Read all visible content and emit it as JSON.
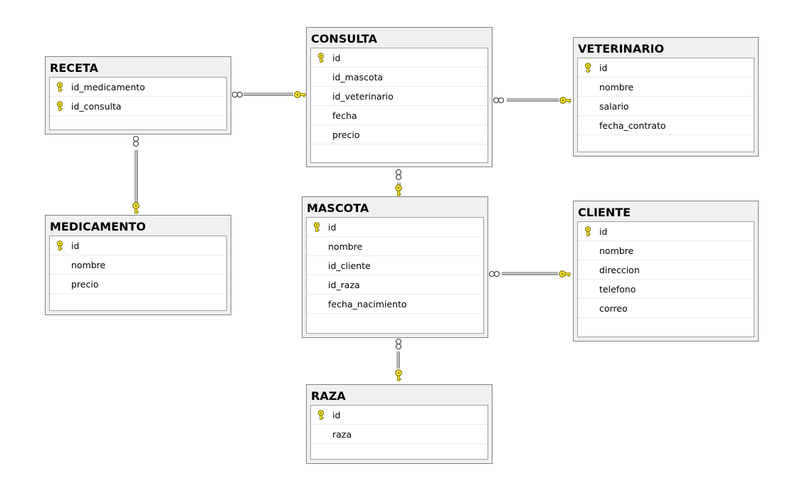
{
  "tables": {
    "receta": {
      "title": "RECETA",
      "columns": [
        {
          "name": "id_medicamento",
          "pk": true
        },
        {
          "name": "id_consulta",
          "pk": true
        }
      ]
    },
    "consulta": {
      "title": "CONSULTA",
      "columns": [
        {
          "name": "id",
          "pk": true
        },
        {
          "name": "id_mascota",
          "pk": false
        },
        {
          "name": "id_veterinario",
          "pk": false
        },
        {
          "name": "fecha",
          "pk": false
        },
        {
          "name": "precio",
          "pk": false
        }
      ]
    },
    "veterinario": {
      "title": "VETERINARIO",
      "columns": [
        {
          "name": "id",
          "pk": true
        },
        {
          "name": "nombre",
          "pk": false
        },
        {
          "name": "salario",
          "pk": false
        },
        {
          "name": "fecha_contrato",
          "pk": false
        }
      ]
    },
    "medicamento": {
      "title": "MEDICAMENTO",
      "columns": [
        {
          "name": "id",
          "pk": true
        },
        {
          "name": "nombre",
          "pk": false
        },
        {
          "name": "precio",
          "pk": false
        }
      ]
    },
    "mascota": {
      "title": "MASCOTA",
      "columns": [
        {
          "name": "id",
          "pk": true
        },
        {
          "name": "nombre",
          "pk": false
        },
        {
          "name": "id_cliente",
          "pk": false
        },
        {
          "name": "id_raza",
          "pk": false
        },
        {
          "name": "fecha_nacimiento",
          "pk": false
        }
      ]
    },
    "cliente": {
      "title": "CLIENTE",
      "columns": [
        {
          "name": "id",
          "pk": true
        },
        {
          "name": "nombre",
          "pk": false
        },
        {
          "name": "direccion",
          "pk": false
        },
        {
          "name": "telefono",
          "pk": false
        },
        {
          "name": "correo",
          "pk": false
        }
      ]
    },
    "raza": {
      "title": "RAZA",
      "columns": [
        {
          "name": "id",
          "pk": true
        },
        {
          "name": "raza",
          "pk": false
        }
      ]
    }
  },
  "relationships": [
    {
      "from": "receta",
      "to": "consulta",
      "many_end": "receta",
      "one_end": "consulta"
    },
    {
      "from": "receta",
      "to": "medicamento",
      "many_end": "receta",
      "one_end": "medicamento"
    },
    {
      "from": "consulta",
      "to": "veterinario",
      "many_end": "consulta",
      "one_end": "veterinario"
    },
    {
      "from": "consulta",
      "to": "mascota",
      "many_end": "consulta",
      "one_end": "mascota"
    },
    {
      "from": "mascota",
      "to": "cliente",
      "many_end": "mascota",
      "one_end": "cliente"
    },
    {
      "from": "mascota",
      "to": "raza",
      "many_end": "mascota",
      "one_end": "raza"
    }
  ],
  "colors": {
    "key_fill": "#f3e22a",
    "key_stroke": "#7a6a00",
    "panel": "#f0f0f0",
    "border": "#808080"
  },
  "icons": {
    "primary_key": "key-icon",
    "many_end": "infinity-icon",
    "one_end": "key-icon"
  }
}
